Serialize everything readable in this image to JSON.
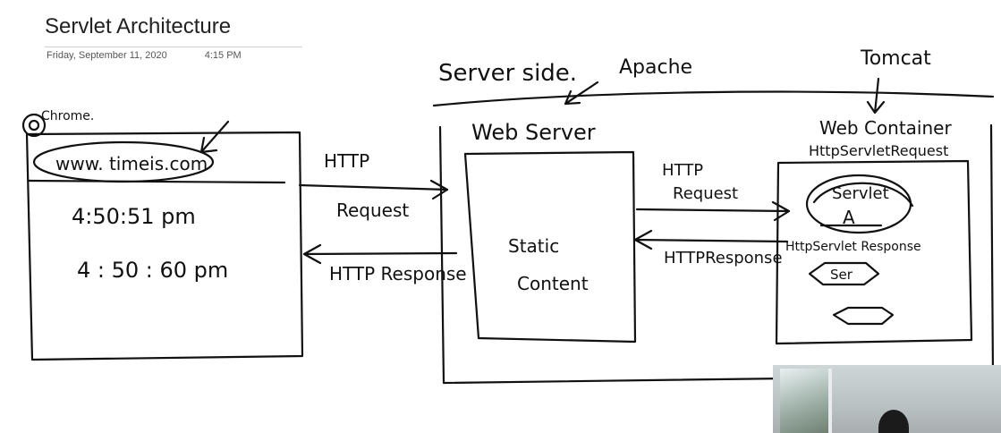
{
  "page": {
    "title": "Servlet Architecture",
    "date": "Friday, September 11, 2020",
    "time": "4:15 PM"
  },
  "diagram": {
    "client": {
      "label": "Chrome.",
      "url": "www. timeis.com",
      "time_1": "4:50:51 pm",
      "time_2": "4 : 50 : 60 pm"
    },
    "client_server_arrows": {
      "request_label_1": "HTTP",
      "request_label_2": "Request",
      "response_label": "HTTP Response"
    },
    "server_side": {
      "label": "Server side.",
      "apache_label": "Apache",
      "tomcat_label": "Tomcat"
    },
    "web_server": {
      "label": "Web Server",
      "static_line_1": "Static",
      "static_line_2": "Content"
    },
    "server_container_arrows": {
      "request_label_1": "HTTP",
      "request_label_2": "Request",
      "response_label": "HTTPResponse"
    },
    "web_container": {
      "label": "Web Container",
      "request_obj": "HttpServletRequest",
      "response_obj": "HttpServlet Response",
      "servlet_label": "Servlet",
      "servlet_sub": "A",
      "ser_label": "Ser"
    }
  }
}
